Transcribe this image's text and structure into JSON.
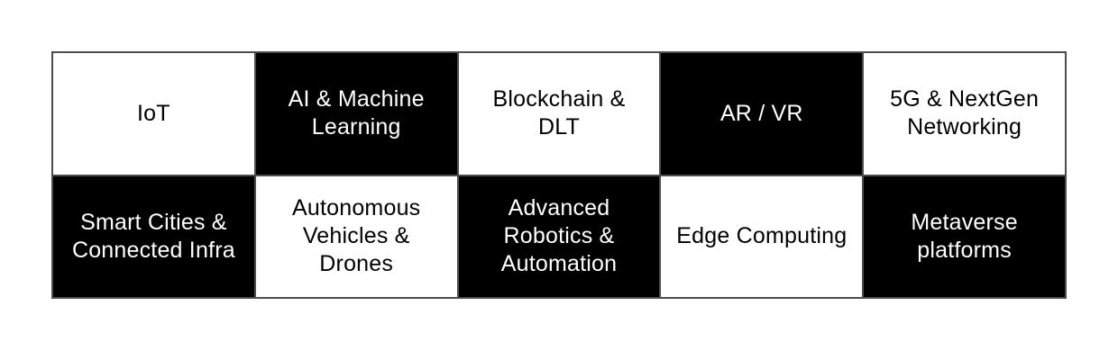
{
  "page": {
    "background_color": "#ffffff"
  },
  "grid": {
    "type": "table",
    "columns": 5,
    "row_count": 2,
    "colors": {
      "dark_cell_bg": "#000000",
      "dark_cell_text": "#ffffff",
      "light_cell_bg": "#ffffff",
      "light_cell_text": "#000000",
      "border": "#4d4d4d"
    },
    "rows": [
      {
        "cells": [
          {
            "label": "IoT",
            "variant": "light"
          },
          {
            "label": "AI & Machine Learning",
            "variant": "dark"
          },
          {
            "label": "Blockchain & DLT",
            "variant": "light"
          },
          {
            "label": "AR / VR",
            "variant": "dark"
          },
          {
            "label": "5G & NextGen Networking",
            "variant": "light"
          }
        ]
      },
      {
        "cells": [
          {
            "label": "Smart Cities & Connected Infra",
            "variant": "dark"
          },
          {
            "label": "Autonomous Vehicles & Drones",
            "variant": "light"
          },
          {
            "label": "Advanced Robotics & Automation",
            "variant": "dark"
          },
          {
            "label": "Edge Computing",
            "variant": "light"
          },
          {
            "label": "Metaverse platforms",
            "variant": "dark"
          }
        ]
      }
    ]
  }
}
